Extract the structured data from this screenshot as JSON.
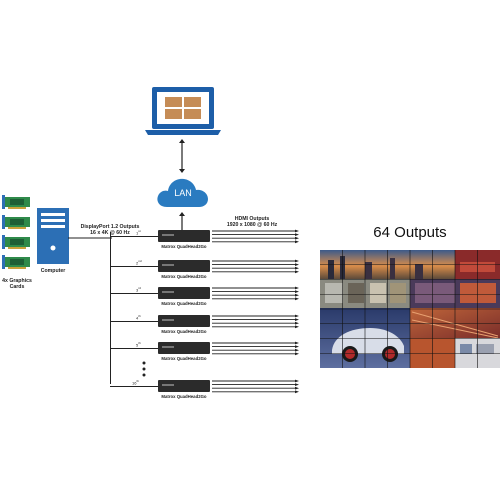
{
  "lan": {
    "label": "LAN"
  },
  "computer": {
    "label": "Computer"
  },
  "graphics_cards": {
    "label_line1": "4x Graphics",
    "label_line2": "Cards",
    "count": 4
  },
  "displayport": {
    "title": "DisplayPort 1.2 Outputs",
    "spec": "16 x 4K @ 60 Hz"
  },
  "hdmi": {
    "title": "HDMI Outputs",
    "spec": "1920 x 1080 @ 60 Hz"
  },
  "device": {
    "name": "Matrox QuadHead2Go"
  },
  "units": [
    {
      "ordinal": "1",
      "suffix": "st"
    },
    {
      "ordinal": "2",
      "suffix": "nd"
    },
    {
      "ordinal": "3",
      "suffix": "rd"
    },
    {
      "ordinal": "4",
      "suffix": "th"
    },
    {
      "ordinal": "5",
      "suffix": "th"
    },
    {
      "ordinal": "16",
      "suffix": "th"
    }
  ],
  "outputs_per_unit": 4,
  "video_wall": {
    "title": "64 Outputs",
    "columns": 8,
    "rows": 8
  },
  "colors": {
    "laptop": "#1d5ea8",
    "cloud": "#2a7bc0",
    "computer": "#2c6fb5",
    "card_green": "#2f8a4a",
    "device": "#2b2b2b",
    "line": "#222222"
  }
}
